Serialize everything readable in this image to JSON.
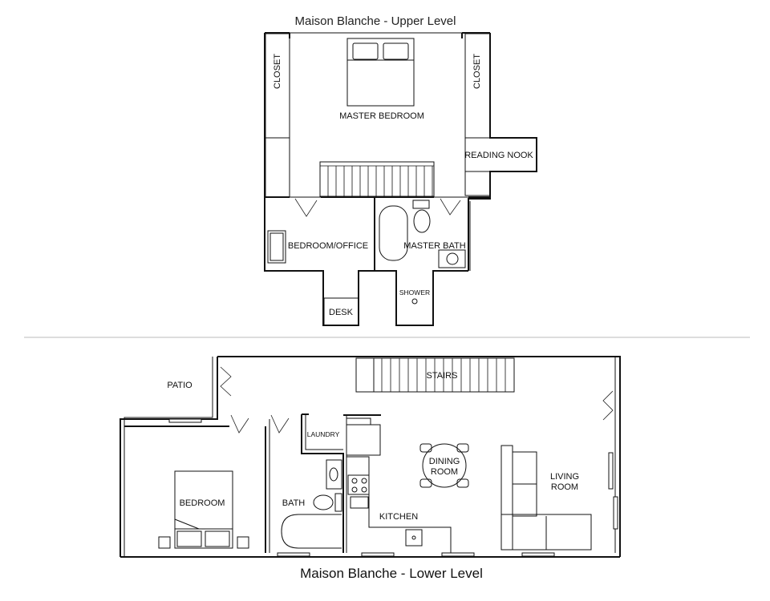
{
  "upper": {
    "title": "Maison Blanche - Upper Level",
    "rooms": {
      "closet_left": "CLOSET",
      "closet_right": "CLOSET",
      "master_bedroom": "MASTER BEDROOM",
      "reading_nook": "READING NOOK",
      "bedroom_office": "BEDROOM/OFFICE",
      "master_bath": "MASTER BATH",
      "shower": "SHOWER",
      "desk": "DESK"
    }
  },
  "lower": {
    "title": "Maison Blanche - Lower Level",
    "rooms": {
      "patio": "PATIO",
      "stairs": "STAIRS",
      "laundry": "LAUNDRY",
      "dining_line1": "DINING",
      "dining_line2": "ROOM",
      "living_line1": "LIVING",
      "living_line2": "ROOM",
      "bedroom": "BEDROOM",
      "bath": "BATH",
      "kitchen": "KITCHEN"
    }
  }
}
